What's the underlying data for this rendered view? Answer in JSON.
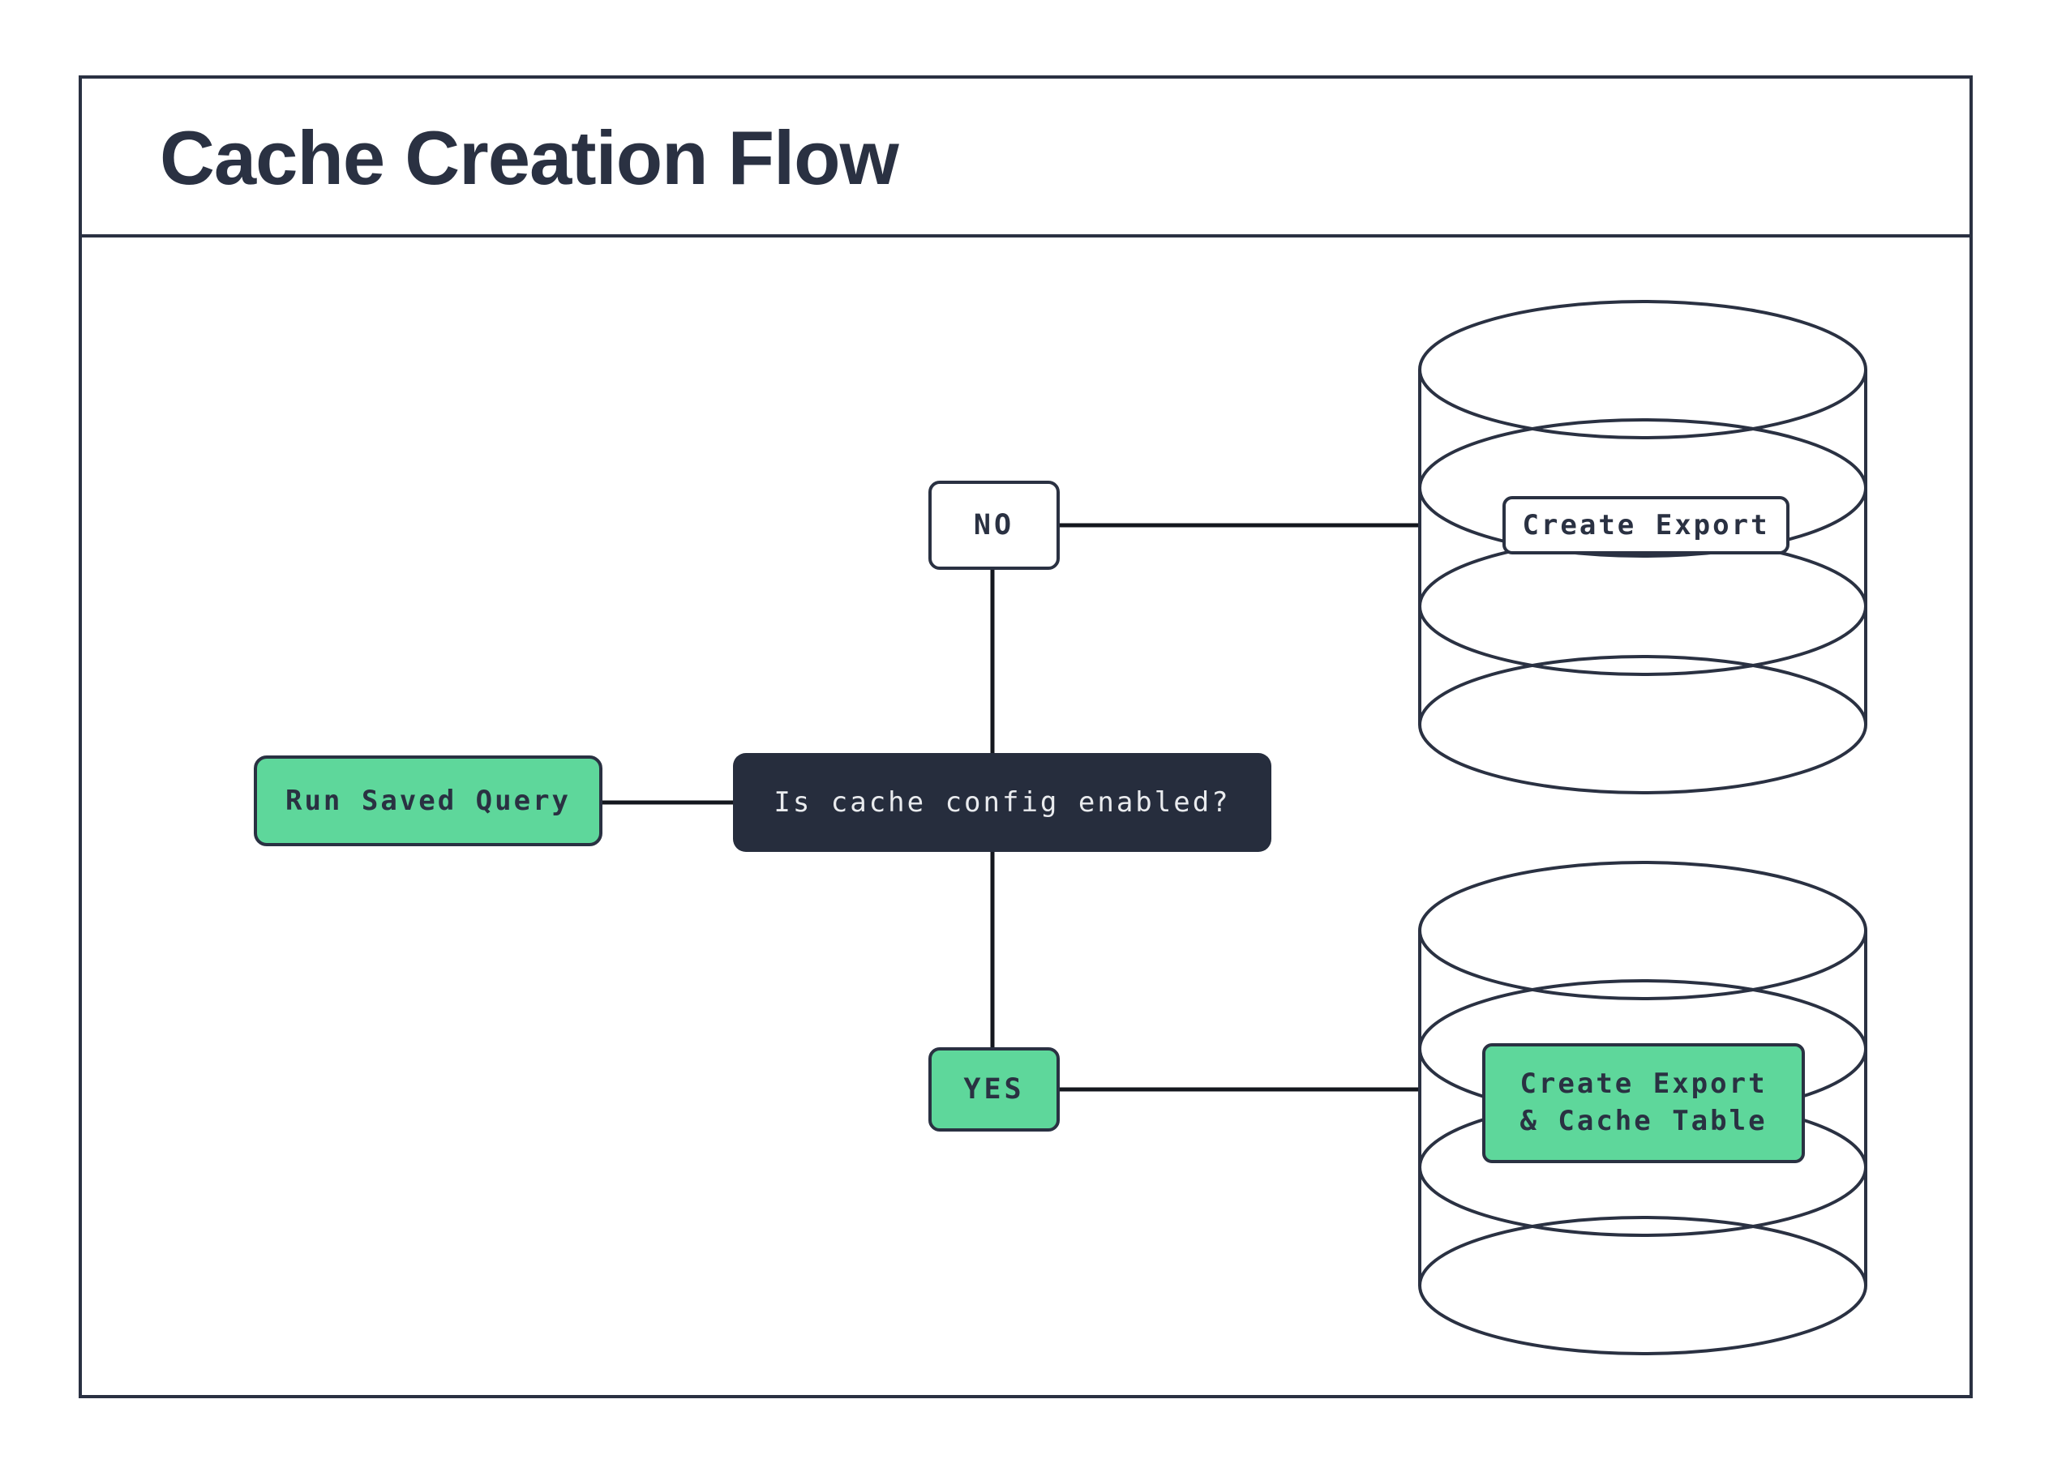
{
  "header": {
    "title": "Cache Creation Flow"
  },
  "flow": {
    "start_node": {
      "label": "Run Saved Query"
    },
    "decision_node": {
      "label": "Is cache config enabled?"
    },
    "branches": {
      "no_label": "NO",
      "yes_label": "YES"
    },
    "no_outcome": {
      "label": "Create Export"
    },
    "yes_outcome": {
      "label_line1": "Create Export",
      "label_line2": "& Cache Table"
    }
  },
  "colors": {
    "ink": "#2a3142",
    "accent_green": "#5ed79b",
    "decision_background": "#262d3d",
    "decision_text": "#e9ebee",
    "connector_line": "#14171e",
    "background": "#ffffff"
  }
}
